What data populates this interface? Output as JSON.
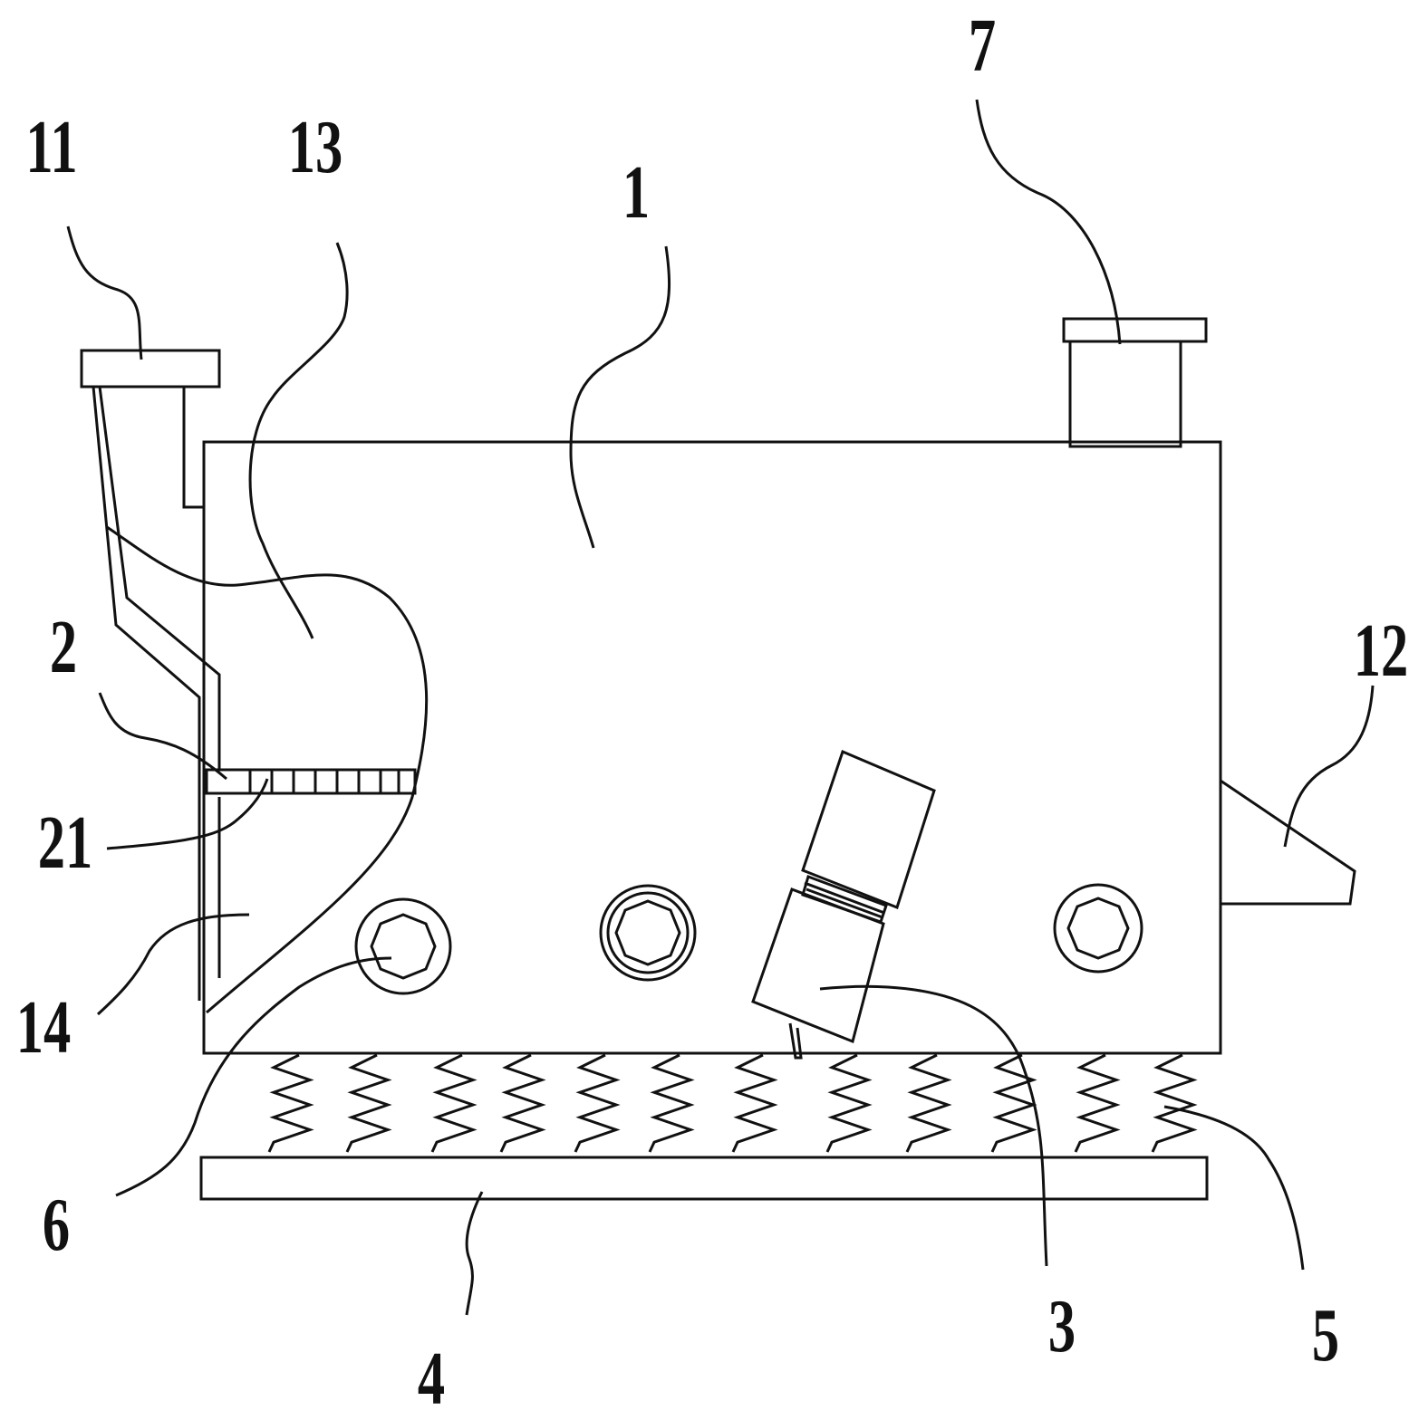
{
  "figure": {
    "line_color": "#111111",
    "background": "#ffffff",
    "labels": {
      "l1": "1",
      "l2": "2",
      "l3": "3",
      "l4": "4",
      "l5": "5",
      "l6": "6",
      "l7": "7",
      "l11": "11",
      "l12": "12",
      "l13": "13",
      "l14": "14",
      "l21": "21"
    }
  }
}
